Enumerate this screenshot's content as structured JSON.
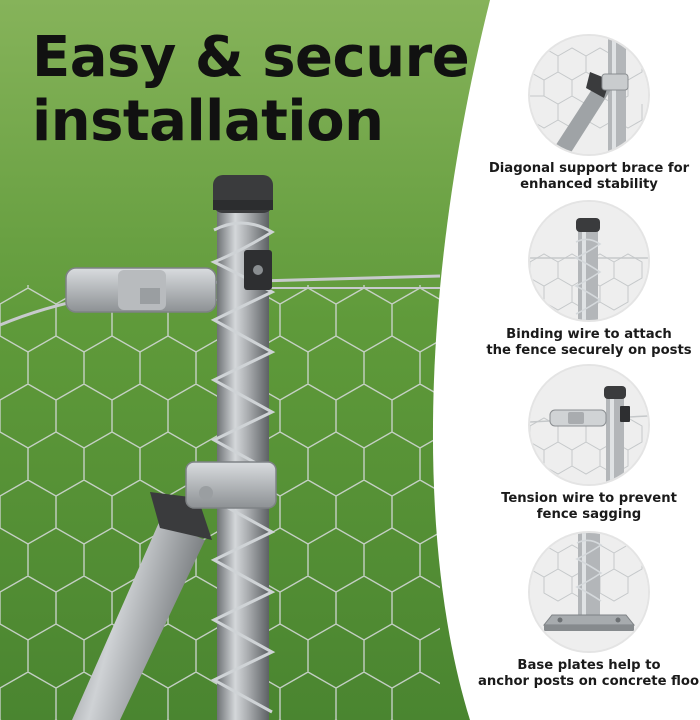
{
  "headline": {
    "line1": "Easy & secure",
    "line2": "installation"
  },
  "colors": {
    "grass": "#5f9a3a",
    "post_metal": "#a9acaf",
    "cap_dark": "#3a3b3d",
    "text_dark": "#111111",
    "panel_bg": "#ffffff"
  },
  "features": [
    {
      "icon": "diagonal-brace-icon",
      "line1": "Diagonal support brace for",
      "line2": "enhanced stability"
    },
    {
      "icon": "binding-wire-post-icon",
      "line1": "Binding wire to attach",
      "line2": "the fence securely on posts"
    },
    {
      "icon": "tension-wire-icon",
      "line1": "Tension wire to prevent",
      "line2": "fence sagging"
    },
    {
      "icon": "base-plate-icon",
      "line1": "Base plates help to",
      "line2": "anchor posts on concrete floor"
    }
  ]
}
